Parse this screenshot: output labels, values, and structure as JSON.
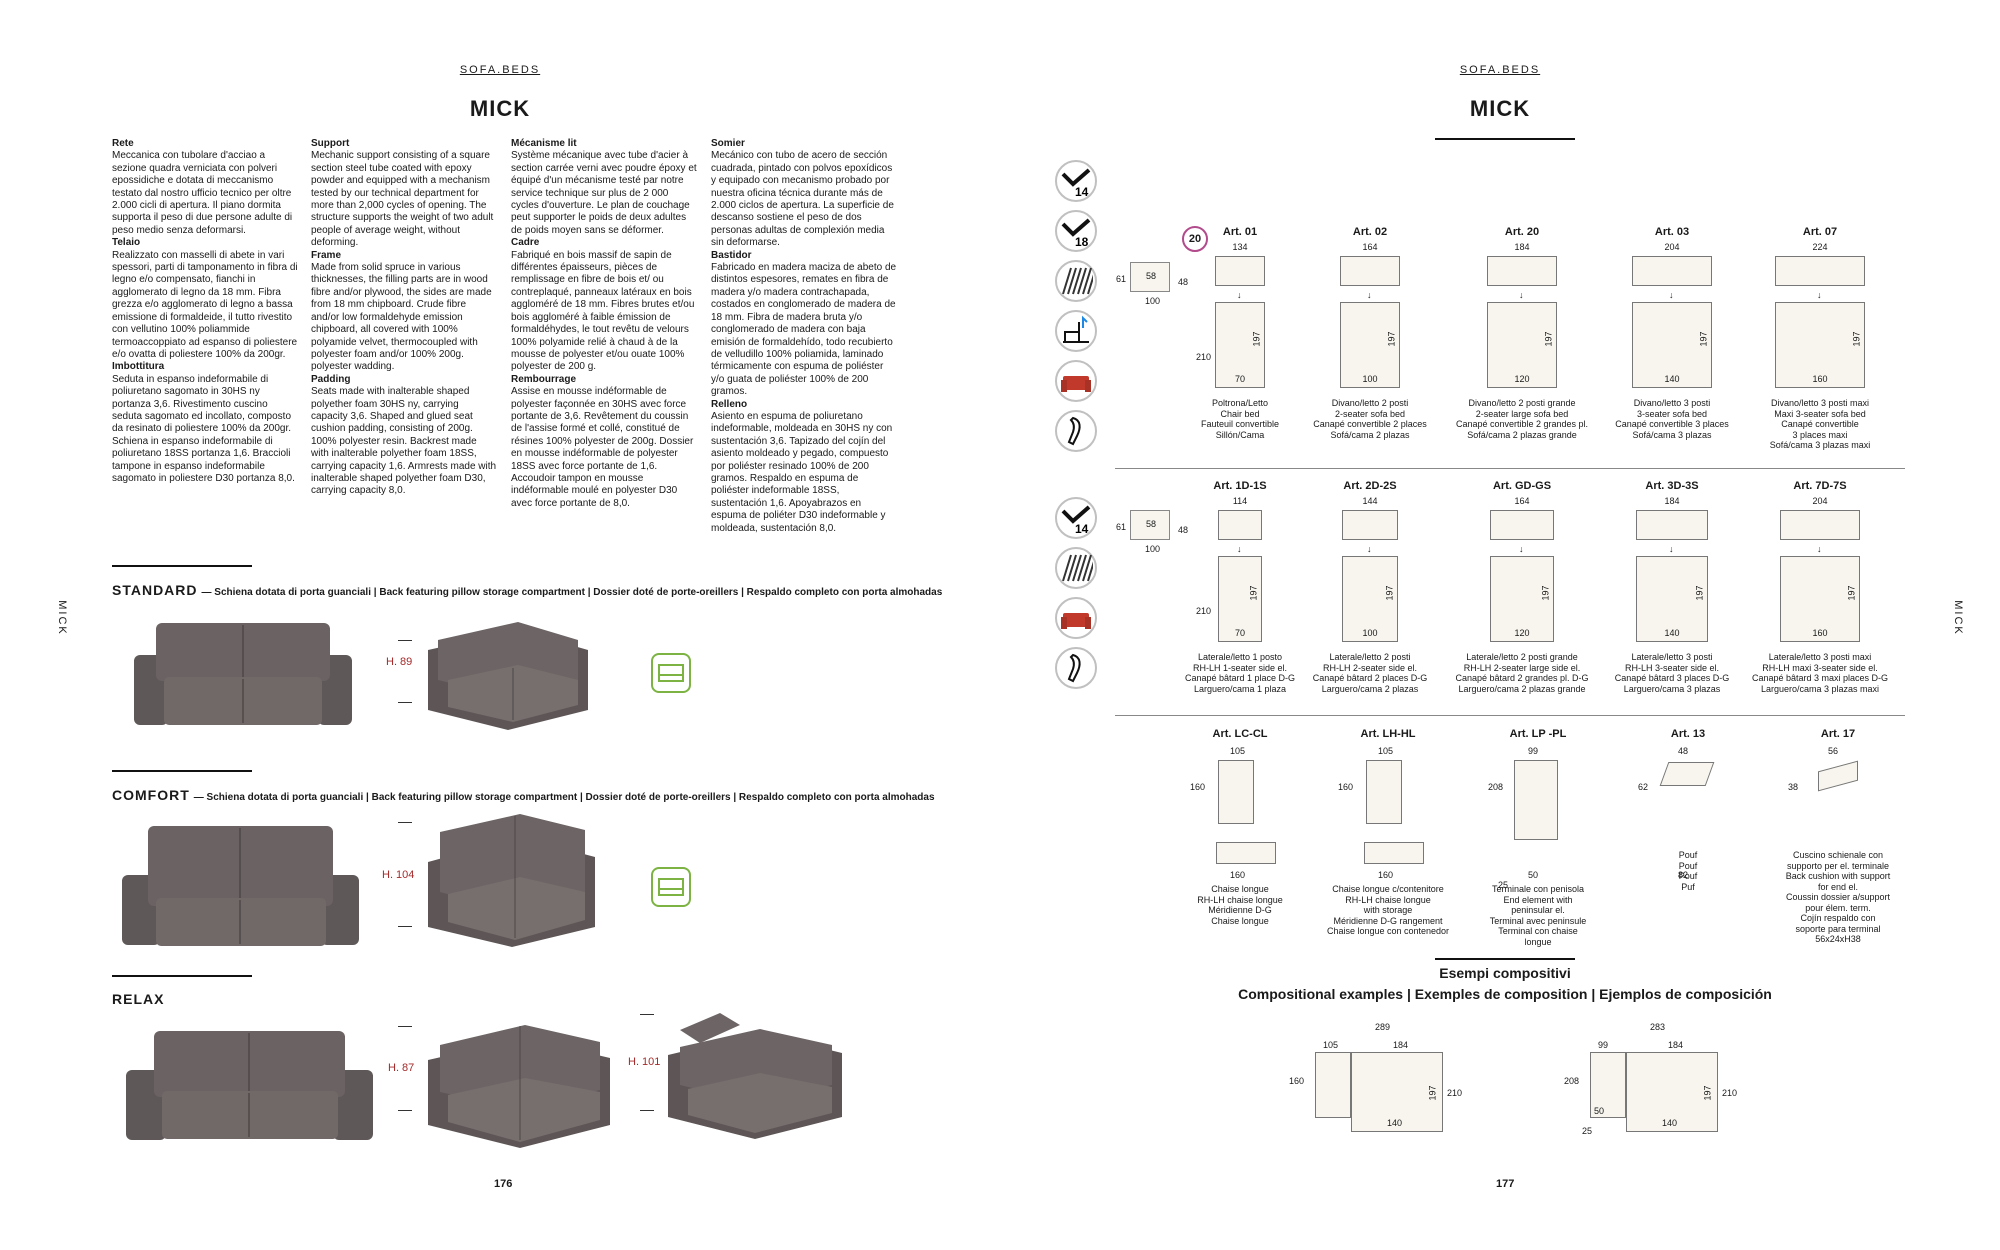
{
  "left": {
    "kicker": "SOFA.BEDS",
    "title": "MICK",
    "side_label": "MICK",
    "page_number": "176",
    "columns": [
      {
        "blocks": [
          {
            "h": "Rete",
            "p": "Meccanica con tubolare d'acciao a sezione quadra verniciata con polveri epossidiche e dotata di meccanismo testato dal nostro ufficio tecnico per oltre 2.000 cicli di apertura. Il piano dormita supporta il peso di due persone adulte di peso medio senza deformarsi."
          },
          {
            "h": "Telaio",
            "p": "Realizzato con masselli di abete in vari spessori, parti di tamponamento in fibra di legno e/o compensato, fianchi in agglomerato di legno da 18 mm. Fibra grezza e/o agglomerato di legno a bassa emissione di formaldeide, il tutto rivestito con vellutino 100% poliammide termoaccoppiato ad espanso di poliestere e/o ovatta di poliestere 100% da 200gr."
          },
          {
            "h": "Imbottitura",
            "p": "Seduta in espanso indeformabile di poliuretano sagomato in 30HS ny portanza 3,6. Rivestimento cuscino seduta sagomato ed incollato, composto da resinato di poliestere 100% da 200gr. Schiena in espanso indeformabile di poliuretano 18SS portanza 1,6. Braccioli tampone in espanso indeformabile sagomato in poliestere D30 portanza 8,0."
          }
        ]
      },
      {
        "blocks": [
          {
            "h": "Support",
            "p": "Mechanic support consisting of a square section steel tube coated with epoxy powder and equipped with a mechanism tested by our technical department for more than 2,000 cycles of opening. The structure supports the weight of two adult people of average weight, without deforming."
          },
          {
            "h": "Frame",
            "p": "Made from solid spruce in various thicknesses, the filling parts are in wood fibre and/or plywood, the sides are made from 18 mm chipboard. Crude fibre and/or low formaldehyde emission chipboard, all covered with 100% polyamide velvet, thermocoupled with polyester foam and/or 100% 200g. polyester wadding."
          },
          {
            "h": "Padding",
            "p": "Seats made with inalterable shaped polyether foam 30HS ny, carrying capacity 3,6. Shaped and glued seat cushion padding, consisting of 200g. 100% polyester resin. Backrest made with inalterable polyether foam 18SS, carrying capacity 1,6. Armrests made with inalterable shaped polyether foam D30, carrying capacity 8,0."
          }
        ]
      },
      {
        "blocks": [
          {
            "h": "Mécanisme lit",
            "p": "Système mécanique avec tube d'acier à section carrée verni avec poudre époxy et équipé d'un mécanisme testé par notre service technique sur plus de 2 000 cycles d'ouverture. Le plan de couchage peut supporter le poids de deux adultes de poids moyen sans se déformer."
          },
          {
            "h": "Cadre",
            "p": "Fabriqué en bois massif de sapin de différentes épaisseurs, pièces de remplissage en fibre de bois et/ ou contreplaqué, panneaux latéraux en bois aggloméré de 18 mm. Fibres brutes et/ou bois aggloméré à faible émission de formaldéhydes, le tout revêtu de velours 100% polyamide relié à chaud à de la mousse de polyester et/ou ouate 100% polyester de 200 g."
          },
          {
            "h": "Rembourrage",
            "p": "Assise en mousse indéformable de polyester façonnée en 30HS avec force portante de 3,6. Revêtement du coussin de l'assise formé et collé, constitué de résines 100% polyester de 200g. Dossier en mousse indéformable de polyester 18SS avec force portante de 1,6. Accoudoir tampon en mousse indéformable moulé en polyester D30 avec force portante de 8,0."
          }
        ]
      },
      {
        "blocks": [
          {
            "h": "Somier",
            "p": "Mecánico con tubo de acero de sección cuadrada, pintado con polvos epoxídicos y equipado con mecanismo probado por nuestra oficina técnica durante más de 2.000 ciclos de apertura. La superficie de descanso sostiene el peso de dos personas adultas de complexión media sin deformarse."
          },
          {
            "h": "Bastidor",
            "p": "Fabricado en madera maciza de abeto de distintos espesores, remates en fibra de madera y/o madera contrachapada, costados en conglomerado de madera de 18 mm. Fibra de madera bruta y/o conglomerado de madera con baja emisión de formaldehído, todo recubierto de velludillo 100% poliamida, laminado térmicamente con espuma de poliéster y/o guata de poliéster 100% de 200 gramos."
          },
          {
            "h": "Relleno",
            "p": "Asiento en espuma de poliuretano indeformable, moldeada en 30HS ny con sustentación 3,6. Tapizado del cojín del asiento moldeado y pegado, compuesto por poliéster resinado 100% de 200 gramos. Respaldo en espuma de poliéster indeformable 18SS, sustentación 1,6. Apoyabrazos en espuma de poliéter D30 indeformable y moldeada, sustentación 8,0."
          }
        ]
      }
    ],
    "sections": [
      {
        "name": "STANDARD",
        "desc": "— Schiena dotata di porta guanciali | Back featuring pillow storage compartment | Dossier doté de porte-oreillers | Respaldo completo con porta almohadas",
        "height_labels": [
          "H. 89"
        ]
      },
      {
        "name": "COMFORT",
        "desc": "— Schiena dotata di porta guanciali | Back featuring pillow storage compartment | Dossier doté de porte-oreillers | Respaldo completo con porta almohadas",
        "height_labels": [
          "H. 104"
        ]
      },
      {
        "name": "RELAX",
        "desc": "",
        "height_labels": [
          "H. 87",
          "H. 101"
        ]
      }
    ]
  },
  "right": {
    "kicker": "SOFA.BEDS",
    "title": "MICK",
    "side_label": "MICK",
    "page_number": "177",
    "badge_top": "20",
    "icons": [
      {
        "name": "14-cm-mattress-icon",
        "label": "14"
      },
      {
        "name": "18-cm-mattress-icon",
        "label": "18"
      },
      {
        "name": "slatted-base-icon",
        "label": ""
      },
      {
        "name": "opening-mechanism-icon",
        "label": ""
      },
      {
        "name": "red-sofa-icon",
        "label": ""
      },
      {
        "name": "armrest-icon",
        "label": ""
      }
    ],
    "icons2": [
      {
        "name": "14-cm-mattress-icon",
        "label": "14"
      },
      {
        "name": "slatted-base-icon",
        "label": ""
      },
      {
        "name": "red-sofa-icon",
        "label": ""
      },
      {
        "name": "armrest-icon",
        "label": ""
      }
    ],
    "side_dims": {
      "d61": "61",
      "d58": "58",
      "d48": "48",
      "d100": "100",
      "d210": "210"
    },
    "row1": [
      {
        "title": "Art. 01",
        "width": "134",
        "bed": "70",
        "len": "197",
        "desc": "Poltrona/Letto\nChair bed\nFauteuil convertible\nSillón/Cama"
      },
      {
        "title": "Art. 02",
        "width": "164",
        "bed": "100",
        "len": "197",
        "desc": "Divano/letto 2 posti\n2-seater sofa bed\nCanapé convertible 2 places\nSofá/cama 2 plazas"
      },
      {
        "title": "Art. 20",
        "width": "184",
        "bed": "120",
        "len": "197",
        "desc": "Divano/letto 2 posti grande\n2-seater large sofa bed\nCanapé convertible 2 grandes pl.\nSofá/cama 2 plazas grande"
      },
      {
        "title": "Art. 03",
        "width": "204",
        "bed": "140",
        "len": "197",
        "desc": "Divano/letto 3 posti\n3-seater sofa bed\nCanapé convertible 3 places\nSofá/cama 3 plazas"
      },
      {
        "title": "Art. 07",
        "width": "224",
        "bed": "160",
        "len": "197",
        "desc": "Divano/letto 3 posti maxi\nMaxi 3-seater sofa bed\nCanapé convertible\n3 places maxi\nSofá/cama 3 plazas maxi"
      }
    ],
    "row2": [
      {
        "title": "Art. 1D-1S",
        "width": "114",
        "bed": "70",
        "len": "197",
        "desc": "Laterale/letto 1 posto\nRH-LH 1-seater side el.\nCanapé bâtard 1 place D-G\nLarguero/cama 1 plaza"
      },
      {
        "title": "Art. 2D-2S",
        "width": "144",
        "bed": "100",
        "len": "197",
        "desc": "Laterale/letto 2 posti\nRH-LH 2-seater side el.\nCanapé bâtard 2 places D-G\nLarguero/cama 2 plazas"
      },
      {
        "title": "Art. GD-GS",
        "width": "164",
        "bed": "120",
        "len": "197",
        "desc": "Laterale/letto 2 posti grande\nRH-LH 2-seater large side el.\nCanapé bâtard 2 grandes pl. D-G\nLarguero/cama 2 plazas grande"
      },
      {
        "title": "Art. 3D-3S",
        "width": "184",
        "bed": "140",
        "len": "197",
        "desc": "Laterale/letto 3 posti\nRH-LH 3-seater side el.\nCanapé bâtard 3 places D-G\nLarguero/cama 3 plazas"
      },
      {
        "title": "Art. 7D-7S",
        "width": "204",
        "bed": "160",
        "len": "197",
        "desc": "Laterale/letto 3 posti maxi\nRH-LH maxi 3-seater side el.\nCanapé bâtard 3 maxi places D-G\nLarguero/cama 3 plazas maxi"
      }
    ],
    "row3": [
      {
        "title": "Art. LC-CL",
        "dims": [
          "105",
          "160",
          "160"
        ],
        "desc": "Chaise longue\nRH-LH chaise longue\nMéridienne D-G\nChaise longue"
      },
      {
        "title": "Art. LH-HL",
        "dims": [
          "105",
          "160",
          "160"
        ],
        "desc": "Chaise longue c/contenitore\nRH-LH chaise longue\nwith storage\nMéridienne D-G rangement\nChaise longue con contenedor"
      },
      {
        "title": "Art. LP -PL",
        "dims": [
          "99",
          "208",
          "50",
          "25"
        ],
        "desc": "Terminale con penisola\nEnd element with\npeninsular el.\nTerminal avec peninsule\nTerminal con chaise\nlongue"
      },
      {
        "title": "Art. 13",
        "dims": [
          "48",
          "62",
          "82"
        ],
        "desc": "Pouf\nPouf\nPouf\nPuf"
      },
      {
        "title": "Art. 17",
        "dims": [
          "56",
          "38"
        ],
        "desc": "Cuscino schienale con\nsupporto per el. terminale\nBack cushion with support\nfor end el.\nCoussin dossier a/support\npour élem. term.\nCojín respaldo con\nsoporte para terminal\n56x24xH38"
      }
    ],
    "examples": {
      "title": "Esempi compositivi",
      "subtitle": "Compositional examples | Exemples de composition | Ejemplos de composición",
      "ex1": {
        "total": "289",
        "a": "105",
        "b": "184",
        "left": "160",
        "len": "197",
        "right": "210",
        "bed": "140"
      },
      "ex2": {
        "total": "283",
        "a": "99",
        "b": "184",
        "left": "208",
        "c": "50",
        "len": "197",
        "right": "210",
        "bed": "140",
        "d": "25"
      }
    }
  }
}
